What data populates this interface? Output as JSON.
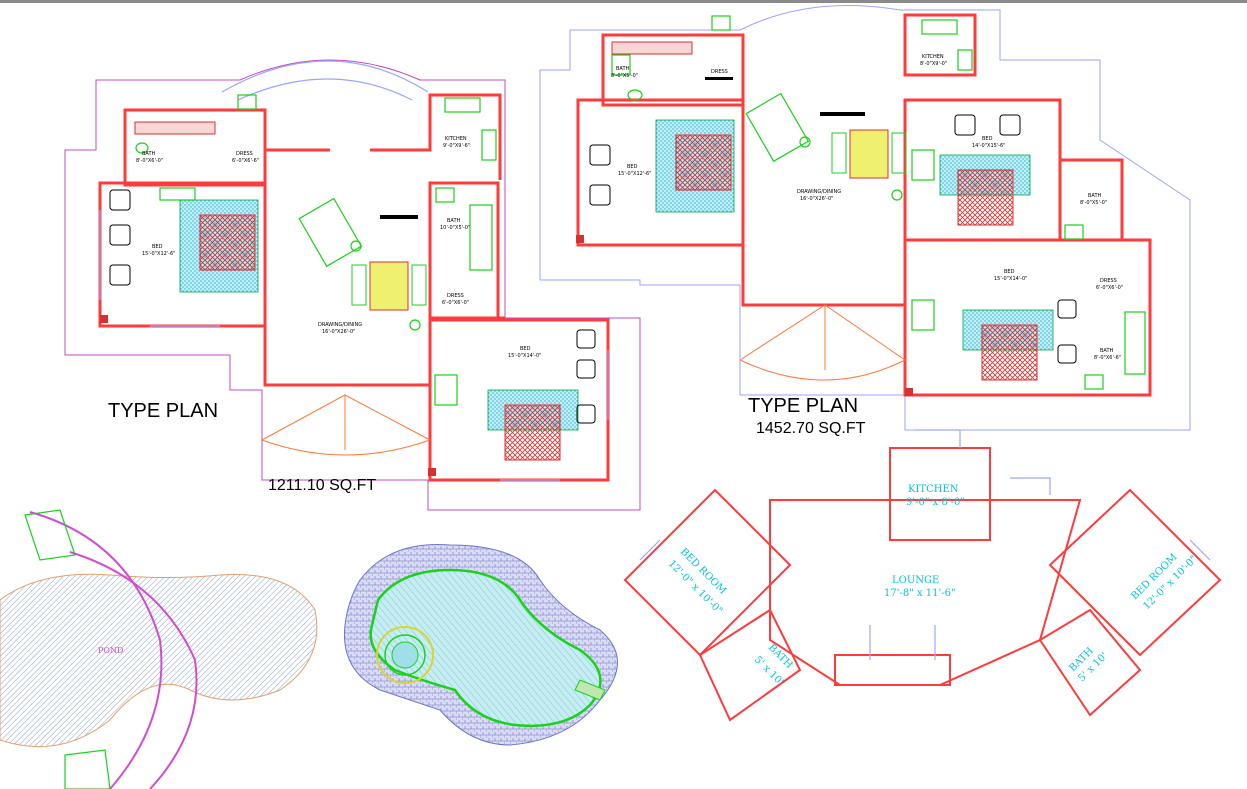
{
  "plan_left": {
    "title": "TYPE PLAN",
    "area": "1211.10 SQ.FT",
    "rooms": {
      "bath_top": "BATH",
      "bath_top_size": "8'-0\"X6'-0\"",
      "dress_top": "DRESS",
      "dress_top_size": "6'-0\"X6'-6\"",
      "kitchen": "KITCHEN",
      "kitchen_size": "9'-0\"X9'-6\"",
      "bed_left": "BED",
      "bed_left_size": "15'-0\"X12'-6\"",
      "bath_right": "BATH",
      "bath_right_size": "10'-0\"X5'-0\"",
      "dress_right": "DRESS",
      "dress_right_size": "6'-0\"X6'-0\"",
      "drawing": "DRAWING/DINING",
      "drawing_size": "16'-0\"X26'-0\"",
      "bed_right": "BED",
      "bed_right_size": "15'-0\"X14'-0\""
    }
  },
  "plan_right": {
    "title": "TYPE PLAN",
    "area": "1452.70 SQ.FT",
    "rooms": {
      "bath_top": "BATH",
      "bath_top_size": "8'-0\"X5'-0\"",
      "dress_top": "DRESS",
      "kitchen": "KITCHEN",
      "kitchen_size": "8'-0\"X9'-0\"",
      "bed_left": "BED",
      "bed_left_size": "15'-0\"X12'-6\"",
      "drawing": "DRAWING/DINING",
      "drawing_size": "16'-0\"X26'-0\"",
      "bed_mid": "BED",
      "bed_mid_size": "14'-0\"X15'-6\"",
      "bath_mid": "BATH",
      "bath_mid_size": "8'-0\"X5'-0\"",
      "bed_low": "BED",
      "bed_low_size": "15'-0\"X14'-0\"",
      "dress_low": "DRESS",
      "dress_low_size": "6'-0\"X6'-0\"",
      "bath_low": "BATH",
      "bath_low_size": "8'-0\"X6'-6\""
    }
  },
  "cottage": {
    "kitchen": "KITCHEN",
    "kitchen_size": "9'-0\" x 8'-0\"",
    "lounge": "LOUNGE",
    "lounge_size": "17'-8\" x 11'-6\"",
    "bed_left": "BED ROOM",
    "bed_left_size": "12'-0\" x 10'-0\"",
    "bed_right": "BED ROOM",
    "bed_right_size": "12'-0\" x 10'-0\"",
    "bath_left": "BATH",
    "bath_left_size": "5' x 10'",
    "bath_right": "BATH",
    "bath_right_size": "5' x 10'"
  },
  "pond": {
    "label": "POND"
  },
  "colors": {
    "wall": "#ff3b3b",
    "outline": "#c04cc0",
    "lightline": "#9aa6ff",
    "green": "#19d219",
    "cyan": "#00c8d8",
    "pool_water": "#9fe0e8"
  }
}
